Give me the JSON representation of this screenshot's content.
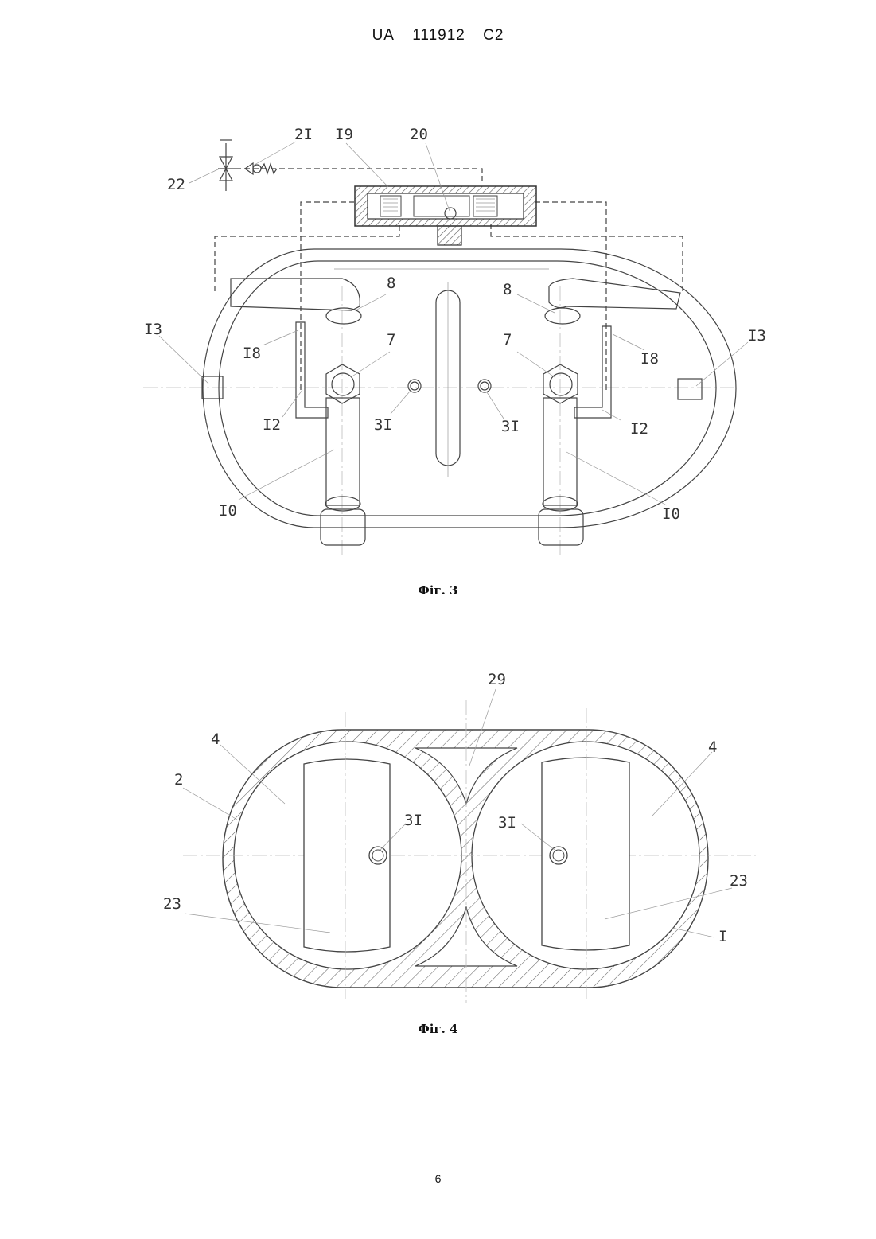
{
  "header": {
    "country": "UA",
    "number": "111912",
    "kind": "C2"
  },
  "figure3": {
    "caption": "Фiг. 3",
    "labels": {
      "l21": "2I",
      "l19": "I9",
      "l20": "20",
      "l22": "22",
      "l8_left": "8",
      "l8_right": "8",
      "l13_left": "I3",
      "l13_right": "I3",
      "l7_left": "7",
      "l7_right": "7",
      "l18_left": "I8",
      "l18_right": "I8",
      "l12_left": "I2",
      "l12_right": "I2",
      "l31_left": "3I",
      "l31_right": "3I",
      "l10_left": "I0",
      "l10_right": "I0"
    }
  },
  "figure4": {
    "caption": "Фiг. 4",
    "labels": {
      "l29": "29",
      "l4_left": "4",
      "l4_right": "4",
      "l2": "2",
      "l31_left": "3I",
      "l31_right": "3I",
      "l23_left": "23",
      "l23_right": "23",
      "l1": "I"
    }
  },
  "page_number": "6"
}
